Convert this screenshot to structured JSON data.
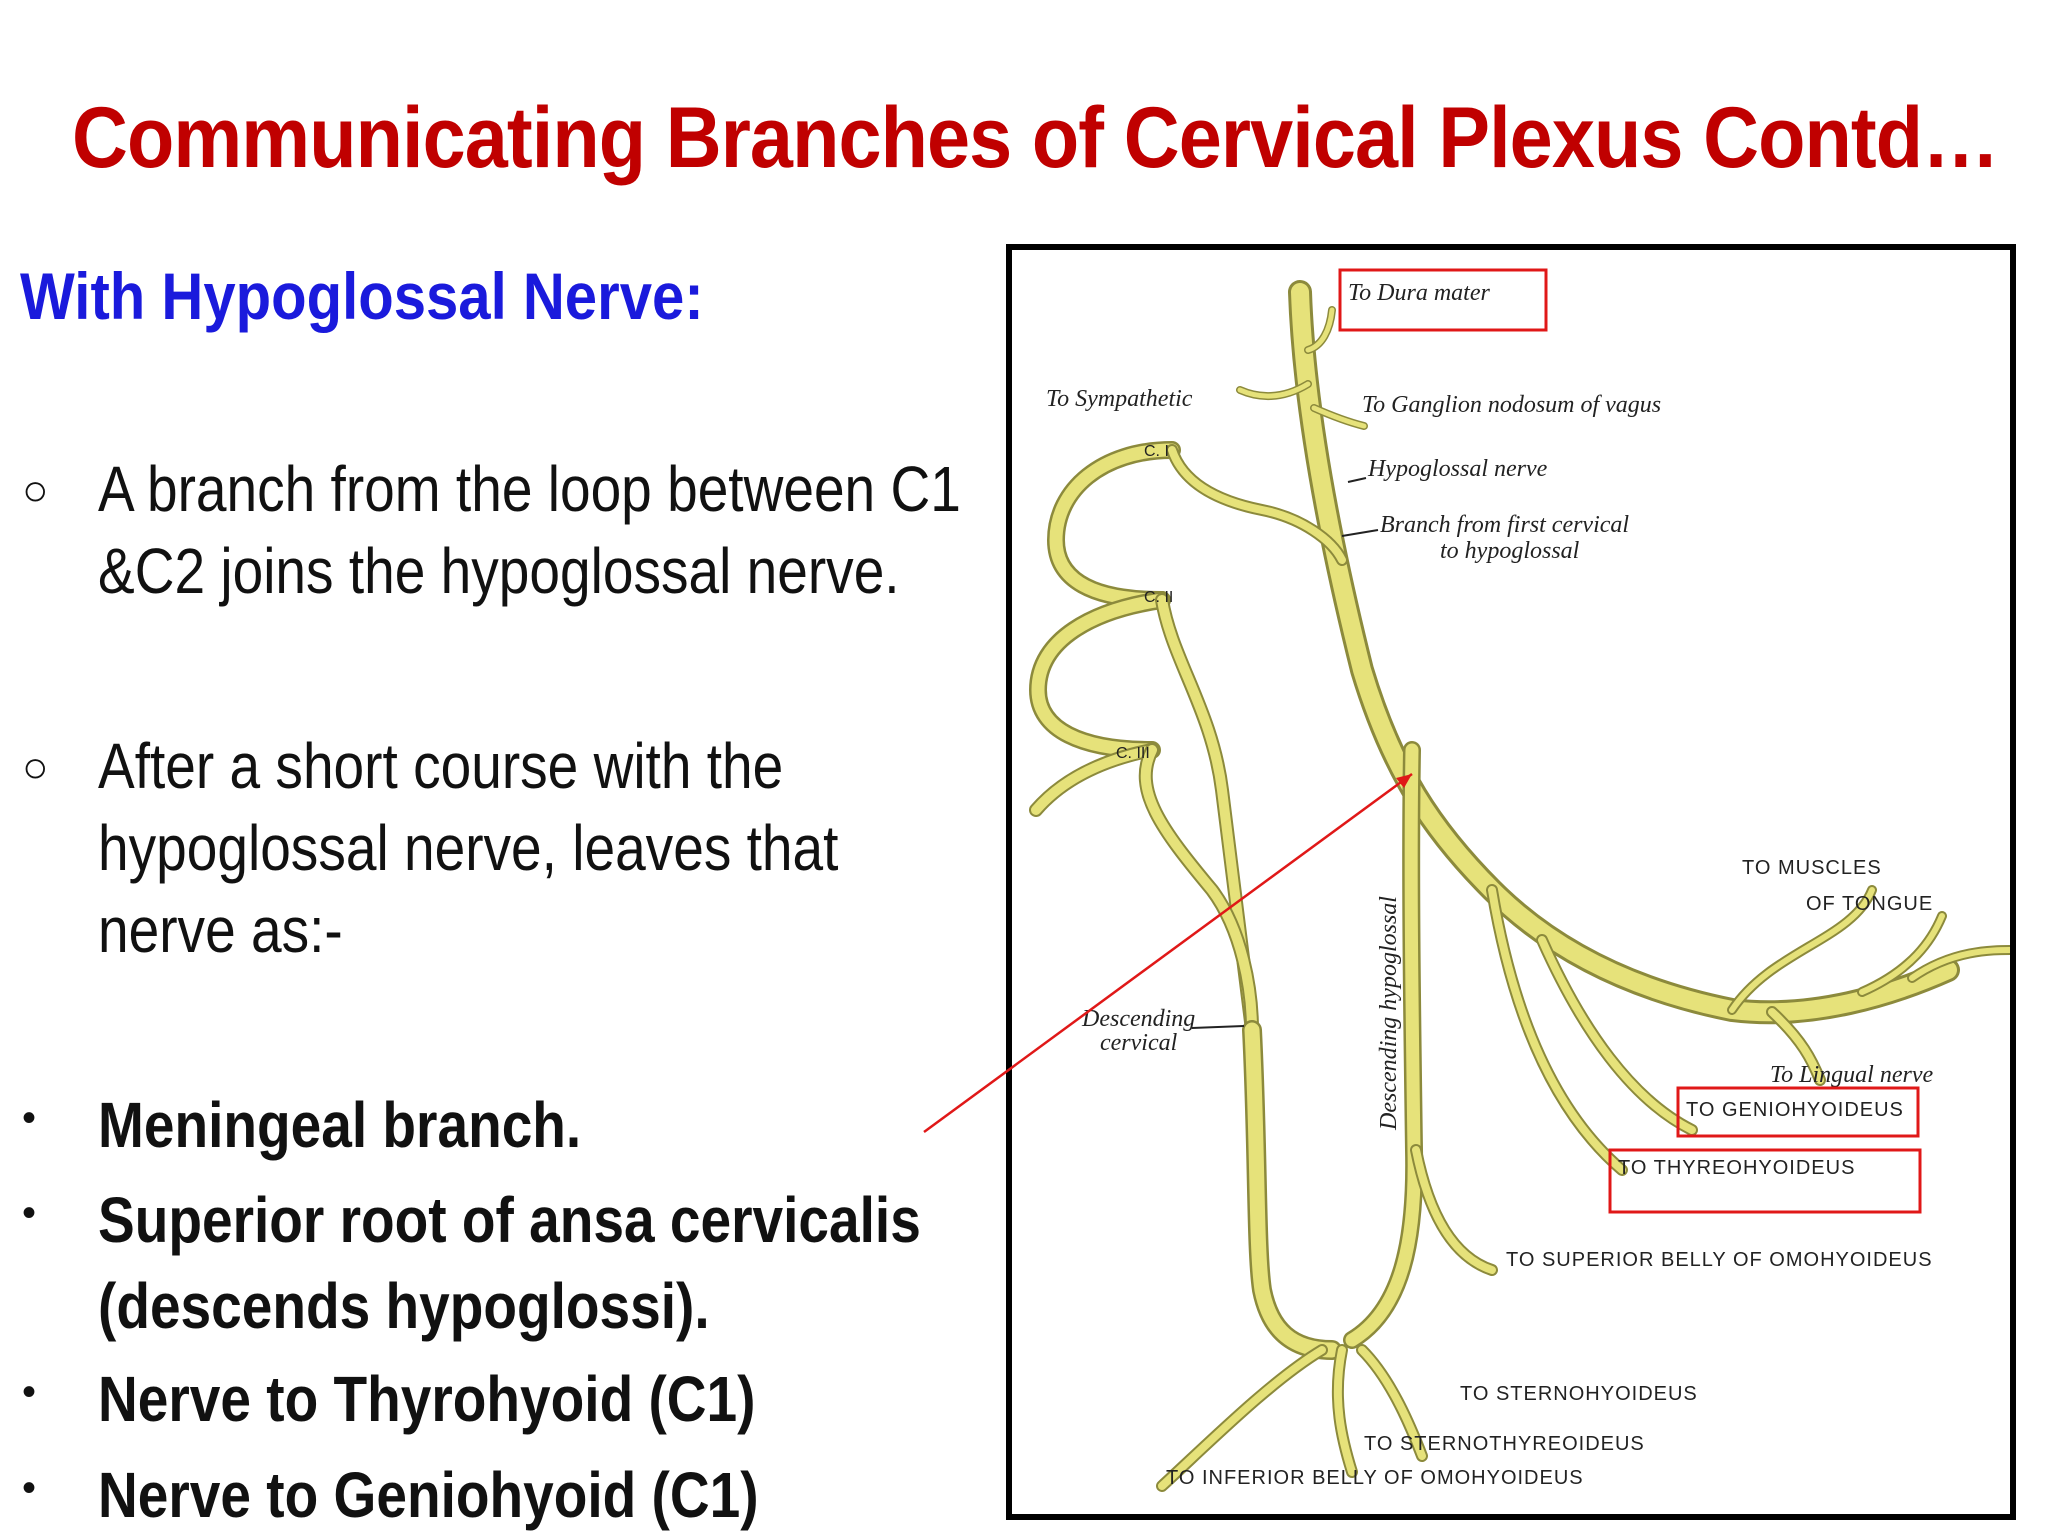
{
  "title": "Communicating Branches of Cervical Plexus Contd…",
  "subheading": "With Hypoglossal Nerve:",
  "points": [
    {
      "marker": "○",
      "lines": [
        "A branch from the loop between C1",
        "&C2 joins the hypoglossal nerve."
      ]
    },
    {
      "marker": "○",
      "lines": [
        "After a short course with the",
        "hypoglossal nerve, leaves that",
        "nerve as:-"
      ]
    }
  ],
  "branches": [
    {
      "marker": "•",
      "lines": [
        "Meningeal branch."
      ]
    },
    {
      "marker": "•",
      "lines": [
        "Superior root of ansa cervicalis",
        "(descends hypoglossi)."
      ]
    },
    {
      "marker": "•",
      "lines": [
        "Nerve to Thyrohyoid (C1)"
      ]
    },
    {
      "marker": "•",
      "lines": [
        "Nerve to Geniohyoid (C1)"
      ]
    }
  ],
  "figure": {
    "labels": {
      "to_dura_mater": "To Dura mater",
      "to_sympathetic": "To Sympathetic",
      "to_ganglion": "To Ganglion nodosum of vagus",
      "hypoglossal_nerve": "Hypoglossal nerve",
      "branch_first_cervical_1": "Branch from first cervical",
      "branch_first_cervical_2": "to hypoglossal",
      "c1": "C. I",
      "c2": "C. II",
      "c3": "C. III",
      "descending_hypoglossal": "Descending hypoglossal",
      "descending_cervical_1": "Descending",
      "descending_cervical_2": "cervical",
      "muscles_tongue_1": "TO MUSCLES",
      "muscles_tongue_2": "OF TONGUE",
      "lingual": "To Lingual nerve",
      "geniohyoideus": "TO GENIOHYOIDEUS",
      "thyreohyoideus": "TO THYREOHYOIDEUS",
      "superior_omohyoideus": "TO SUPERIOR BELLY OF OMOHYOIDEUS",
      "sternohyoideus": "TO STERNOHYOIDEUS",
      "sternothyreoideus": "TO STERNOTHYREOIDEUS",
      "inferior_omohyoideus": "TO INFERIOR BELLY OF OMOHYOIDEUS"
    },
    "colors": {
      "nerve": "#e6e27a",
      "highlight": "#e01818",
      "title": "#c00000",
      "subheading": "#1a1adc"
    }
  }
}
